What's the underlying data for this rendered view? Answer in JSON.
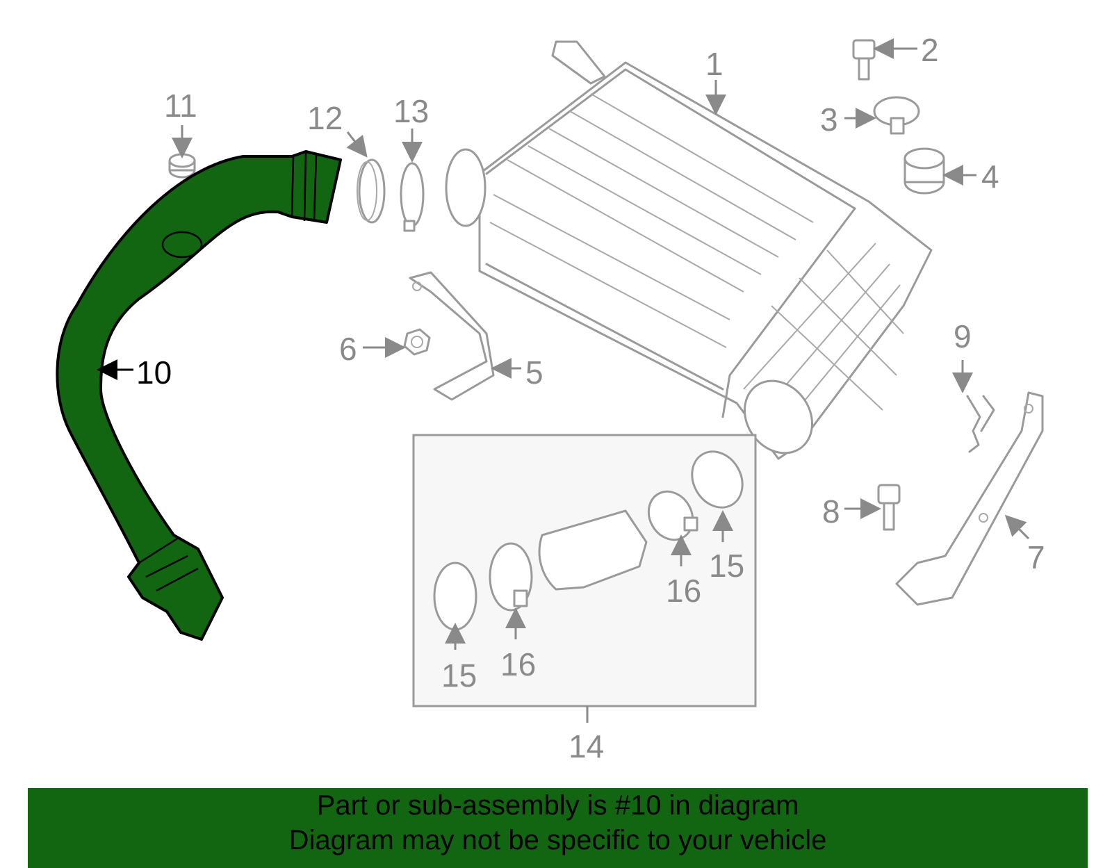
{
  "colors": {
    "highlight": "#126612",
    "parts": "#9a9a9a",
    "inset_bg": "#f7f7f7"
  },
  "highlighted_part": "10",
  "labels": {
    "p1": "1",
    "p2": "2",
    "p3": "3",
    "p4": "4",
    "p5": "5",
    "p6": "6",
    "p7": "7",
    "p8": "8",
    "p9": "9",
    "p10": "10",
    "p11": "11",
    "p12": "12",
    "p13": "13",
    "p14": "14",
    "p15a": "15",
    "p15b": "15",
    "p16a": "16",
    "p16b": "16"
  },
  "banner": {
    "line1": "Part or sub-assembly is #10 in diagram",
    "line2": "Diagram may not be specific to your vehicle"
  }
}
